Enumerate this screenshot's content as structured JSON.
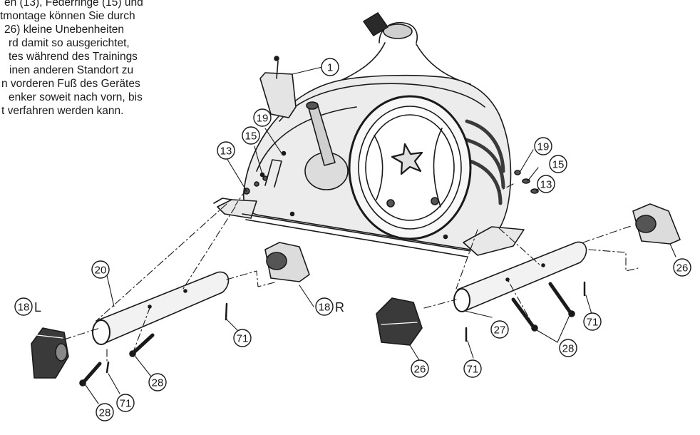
{
  "instructions": {
    "lines": [
      "en (13), Federringe (15) und",
      "tmontage können Sie durch",
      "26) kleine Unebenheiten",
      "rd damit so ausgerichtet,",
      "tes während des Trainings",
      "inen anderen Standort zu",
      "n vorderen Fuß des Gerätes",
      "enker soweit nach vorn, bis",
      "t verfahren werden kann."
    ]
  },
  "callouts": [
    {
      "id": "c1",
      "label": "1"
    },
    {
      "id": "c19a",
      "label": "19"
    },
    {
      "id": "c15a",
      "label": "15"
    },
    {
      "id": "c13a",
      "label": "13"
    },
    {
      "id": "c19b",
      "label": "19"
    },
    {
      "id": "c15b",
      "label": "15"
    },
    {
      "id": "c13b",
      "label": "13"
    },
    {
      "id": "c20",
      "label": "20"
    },
    {
      "id": "c18L",
      "label": "18"
    },
    {
      "id": "c18R",
      "label": "18"
    },
    {
      "id": "c71a",
      "label": "71"
    },
    {
      "id": "c28a",
      "label": "28"
    },
    {
      "id": "c71b",
      "label": "71"
    },
    {
      "id": "c28b",
      "label": "28"
    },
    {
      "id": "c26a",
      "label": "26"
    },
    {
      "id": "c26b",
      "label": "26"
    },
    {
      "id": "c27",
      "label": "27"
    },
    {
      "id": "c71c",
      "label": "71"
    },
    {
      "id": "c71d",
      "label": "71"
    },
    {
      "id": "c28c",
      "label": "28"
    }
  ],
  "side_labels": {
    "left": "L",
    "right": "R"
  }
}
